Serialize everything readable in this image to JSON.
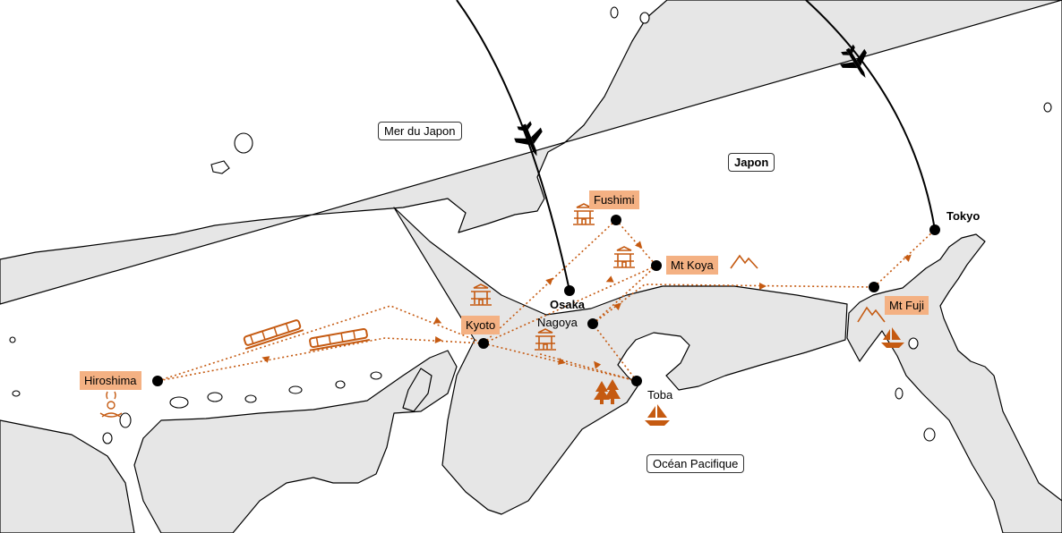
{
  "colors": {
    "accent": "#c55a11",
    "tag": "#f4b183",
    "land": "#e6e6e6"
  },
  "labels": {
    "sea": "Mer du Japon",
    "country": "Japon",
    "ocean": "Océan Pacifique"
  },
  "cities": {
    "hiroshima": "Hiroshima",
    "kyoto": "Kyoto",
    "osaka": "Osaka",
    "nagoya": "Nagoya",
    "fushimi": "Fushimi",
    "koya": "Mt Koya",
    "fuji": "Mt Fuji",
    "tokyo": "Tokyo",
    "toba": "Toba"
  },
  "icons": [
    "airplane-icon",
    "train-icon",
    "temple-icon",
    "mountain-icon",
    "boat-icon",
    "forest-icon",
    "onsen-icon"
  ]
}
